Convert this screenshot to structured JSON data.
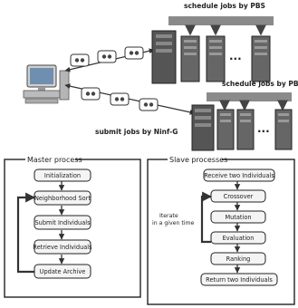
{
  "top": {
    "schedule_label_1": "schedule jobs by PBS",
    "schedule_label_2": "schedule jobs by PBS",
    "submit_label": "submit jobs by Ninf-G",
    "ellipsis": "..."
  },
  "master": {
    "title": "Master process",
    "steps": [
      "Initialization",
      "Neighborhood Sort",
      "Submit Individuals",
      "Retrieve Individuals",
      "Update Archive"
    ]
  },
  "slave": {
    "title": "Slave processes",
    "steps": [
      "Receive two Individuals",
      "Crossover",
      "Mutation",
      "Evaluation",
      "Ranking",
      "Return two Individuals"
    ],
    "iterate_line1": "Iterate",
    "iterate_line2": "in a given time"
  },
  "colors": {
    "ink": "#222222",
    "gray": "#8a8a8a",
    "box": "#f4f4f4"
  }
}
